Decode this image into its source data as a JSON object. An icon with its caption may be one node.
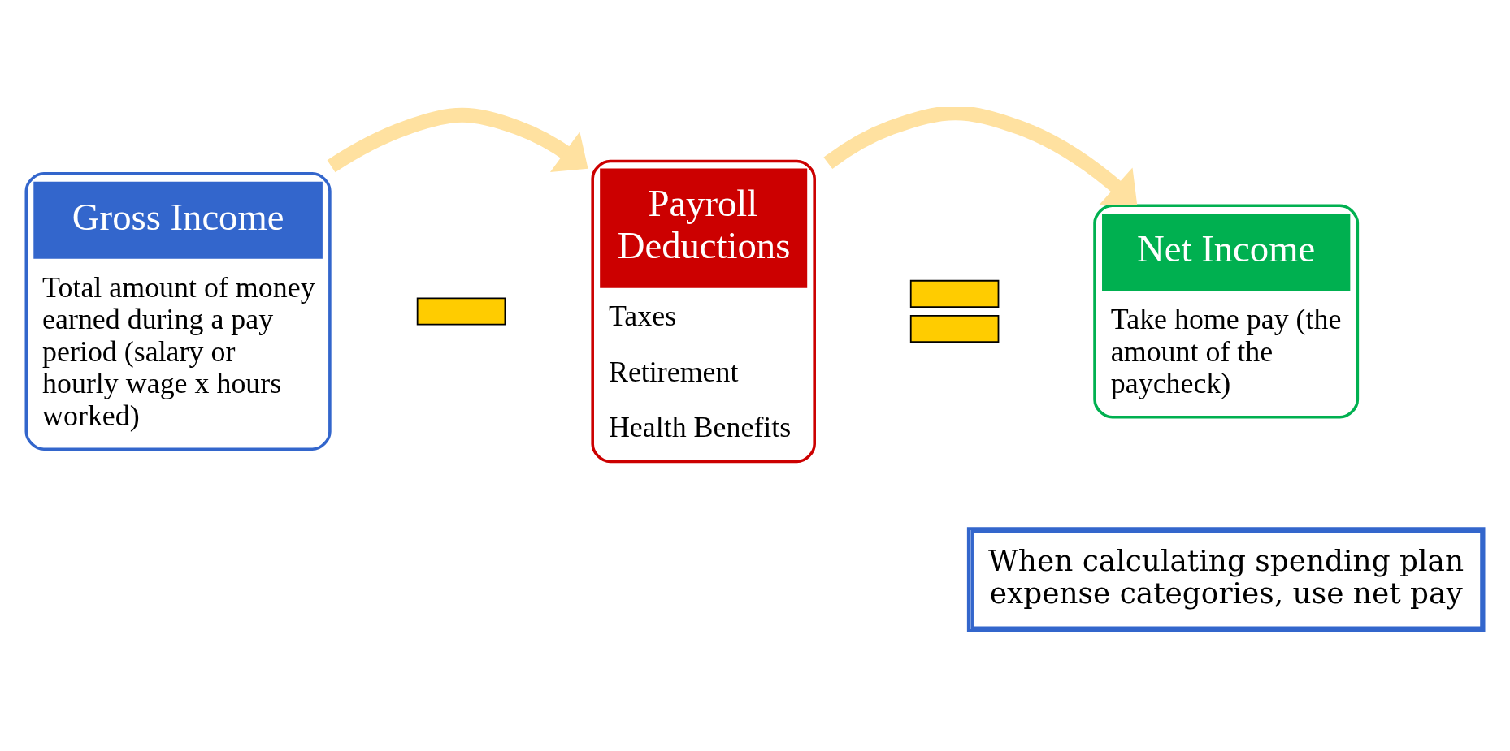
{
  "diagram": {
    "nodes": [
      {
        "text": [
          "Gross Income",
          "Total amount of money earned during a pay period (salary or hourly wage x hours worked)"
        ]
      },
      {
        "text": [],
        "shape": "bar"
      },
      {
        "text": [
          "Payroll Deductions",
          "Taxes",
          "Retirement",
          "Health Benefits"
        ]
      },
      {
        "text": [],
        "shape": "equals"
      },
      {
        "text": [
          "Net Income",
          "Take home pay (the amount of the paycheck)"
        ]
      },
      {
        "text": [
          "When calculating spending plan expense categories, use net pay"
        ]
      }
    ],
    "edges": [
      {
        "from": 0,
        "to": 2,
        "arrow": "to"
      },
      {
        "from": 2,
        "to": 4,
        "arrow": "to"
      }
    ]
  }
}
